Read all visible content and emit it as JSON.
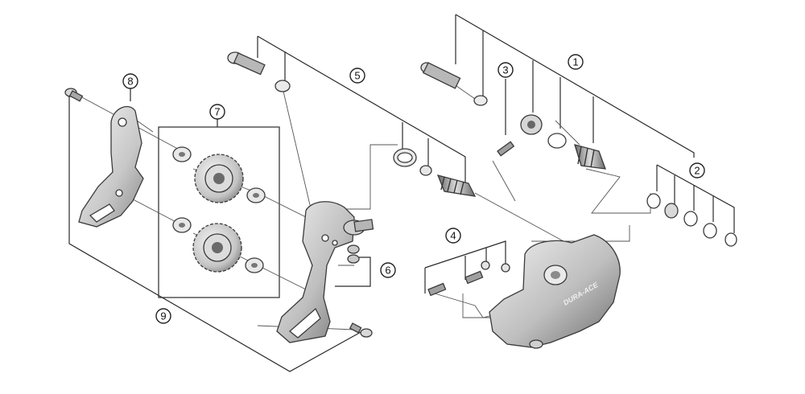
{
  "diagram": {
    "callouts": [
      {
        "id": "callout-1",
        "label": "1"
      },
      {
        "id": "callout-2",
        "label": "2"
      },
      {
        "id": "callout-3",
        "label": "3"
      },
      {
        "id": "callout-4",
        "label": "4"
      },
      {
        "id": "callout-5",
        "label": "5"
      },
      {
        "id": "callout-6",
        "label": "6"
      },
      {
        "id": "callout-7",
        "label": "7"
      },
      {
        "id": "callout-8",
        "label": "8"
      },
      {
        "id": "callout-9",
        "label": "9"
      }
    ],
    "brand_text": "DURA-ACE",
    "colors": {
      "line": "#2a2a2a",
      "part_light": "#e6e6e6",
      "part_mid": "#bdbdbd",
      "part_dark": "#7a7a7a"
    }
  }
}
